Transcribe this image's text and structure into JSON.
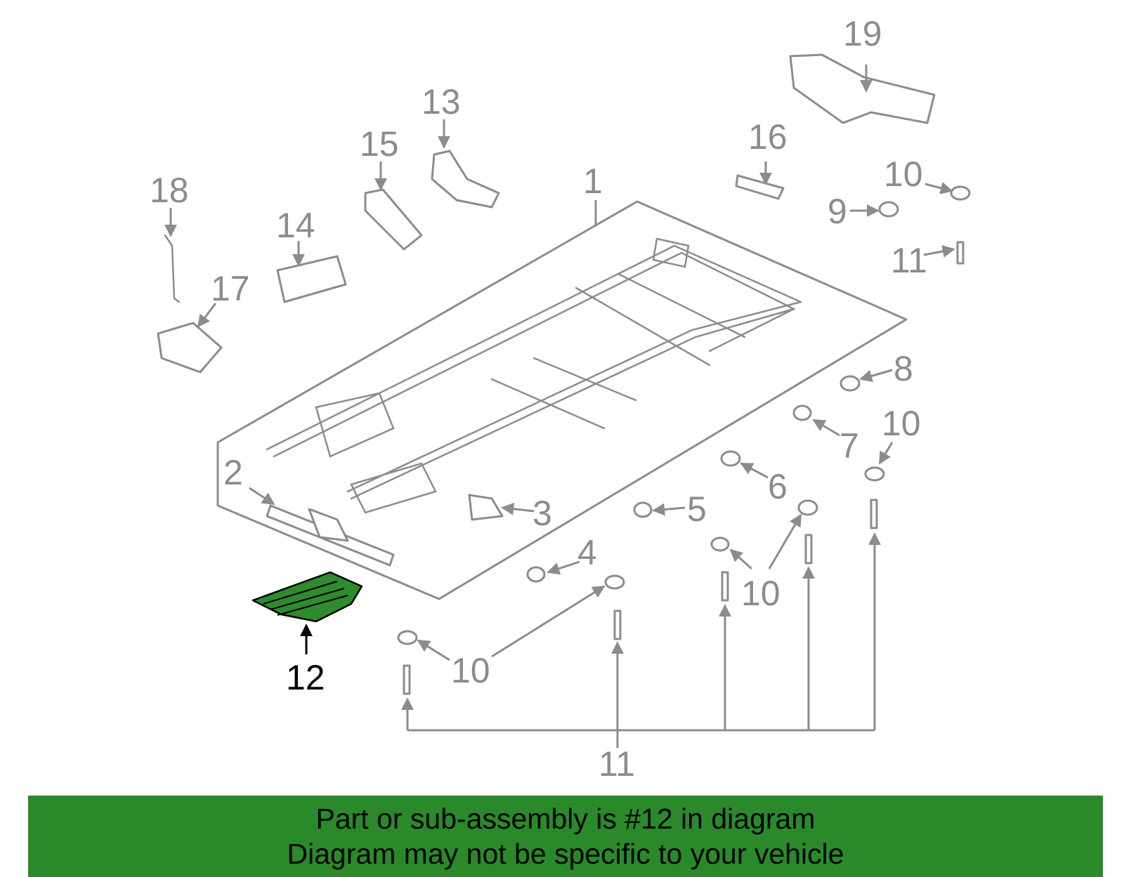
{
  "callouts": {
    "c1": "1",
    "c2": "2",
    "c3": "3",
    "c4": "4",
    "c5": "5",
    "c6": "6",
    "c7": "7",
    "c8": "8",
    "c9": "9",
    "c10a": "10",
    "c10b": "10",
    "c10c": "10",
    "c10d": "10",
    "c11a": "11",
    "c11b": "11",
    "c12": "12",
    "c13": "13",
    "c14": "14",
    "c15": "15",
    "c16": "16",
    "c17": "17",
    "c18": "18",
    "c19": "19"
  },
  "highlight": {
    "part_number": "12",
    "color": "#2a8a2a"
  },
  "banner": {
    "line1": "Part or sub-assembly is #12 in diagram",
    "line2": "Diagram may not be specific to your vehicle",
    "background": "#2a8a2a"
  },
  "colors": {
    "line": "#8c8c8c",
    "highlight_part": "#2e8b2e"
  }
}
